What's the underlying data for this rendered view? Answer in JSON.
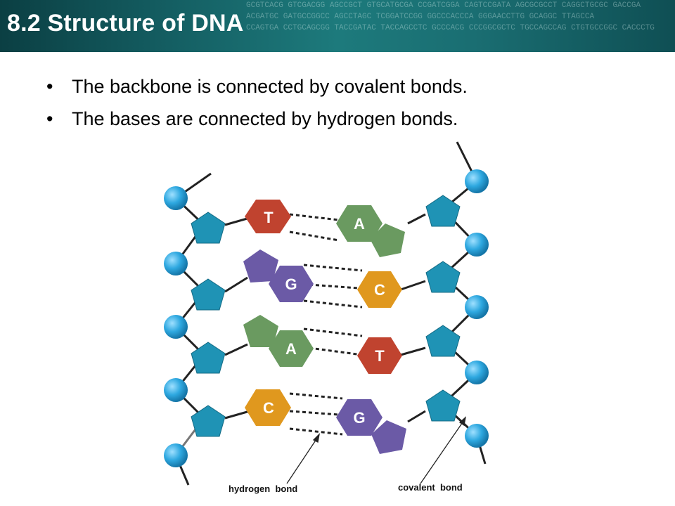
{
  "header": {
    "title": "8.2 Structure of DNA",
    "sequence_lines": [
      "GCGTCACG GTCGACGG AGCCGCT GTGCATGCGA CCGATCGGA CAGTCCGATA AGCGCGCCT CAGGCTGCGC GACCGA",
      "ACGATGC GATGCCGGCC AGCCTAGC TCGGATCCGG GGCCCACCCA GGGAACCTTG GCAGGC TTAGCCA",
      "CCAGTGA CCTGCAGCGG TACCGATAC TACCAGCCTC GCCCACG CCCGGCGCTC TGCCAGCCAG CTGTGCCGGC CACCCTG"
    ],
    "colors": {
      "bg": "#145e62",
      "text": "#ffffff"
    }
  },
  "bullets": [
    "The backbone is connected by covalent bonds.",
    "The bases are connected by hydrogen bonds."
  ],
  "diagram": {
    "colors": {
      "phosphate": "#2ea8e0",
      "sugar": "#1f93b5",
      "T": "#c0432f",
      "A": "#6a9a60",
      "G": "#6b5aa6",
      "C": "#e0981e"
    },
    "base_pairs": [
      {
        "left": "T",
        "right": "A"
      },
      {
        "left": "G",
        "right": "C"
      },
      {
        "left": "A",
        "right": "T"
      },
      {
        "left": "C",
        "right": "G"
      }
    ],
    "labels": {
      "hydrogen_bond": "hydrogen  bond",
      "covalent_bond": "covalent  bond"
    }
  }
}
